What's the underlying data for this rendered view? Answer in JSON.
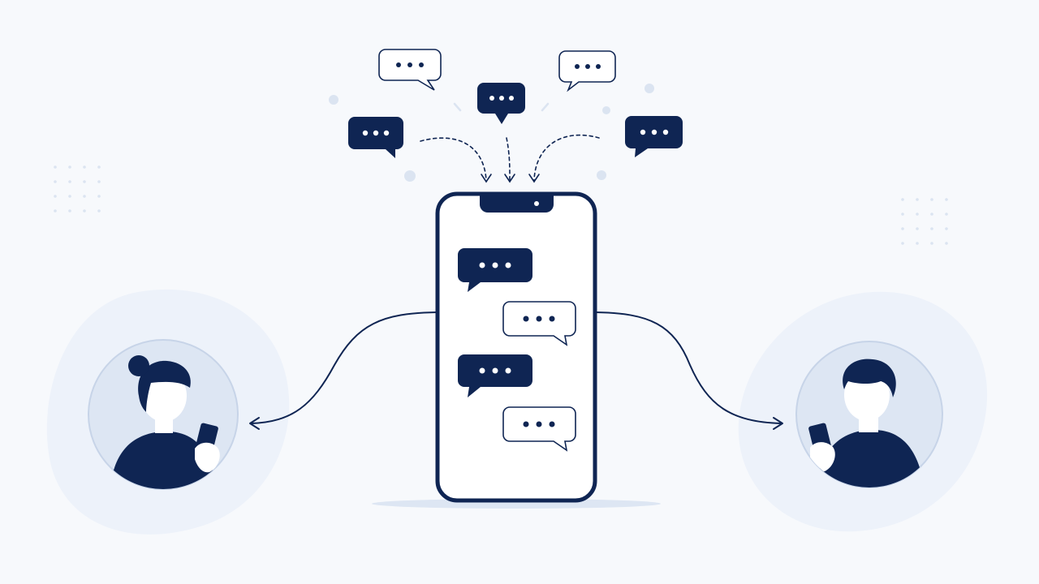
{
  "colors": {
    "background": "#f7f9fc",
    "navy": "#0f2553",
    "white": "#ffffff",
    "blob": "#edf2fa",
    "avatar_bg": "#dde6f3",
    "avatar_ring": "#c7d4e8",
    "dot_light": "#dbe4f1",
    "skin": "#ffffff"
  },
  "icons": {
    "people": [
      "woman-with-phone-icon",
      "man-with-phone-icon"
    ],
    "device": "smartphone-icon",
    "bubble": "typing-speech-bubble-icon"
  },
  "scene": {
    "phone_messages": [
      {
        "style": "filled",
        "side": "left"
      },
      {
        "style": "outline",
        "side": "right"
      },
      {
        "style": "filled",
        "side": "left"
      },
      {
        "style": "outline",
        "side": "right"
      }
    ],
    "floating_bubbles": [
      {
        "style": "outline",
        "tail": "right"
      },
      {
        "style": "filled",
        "tail": "center"
      },
      {
        "style": "outline",
        "tail": "left"
      },
      {
        "style": "filled",
        "tail": "right"
      },
      {
        "style": "filled",
        "tail": "left"
      }
    ]
  }
}
